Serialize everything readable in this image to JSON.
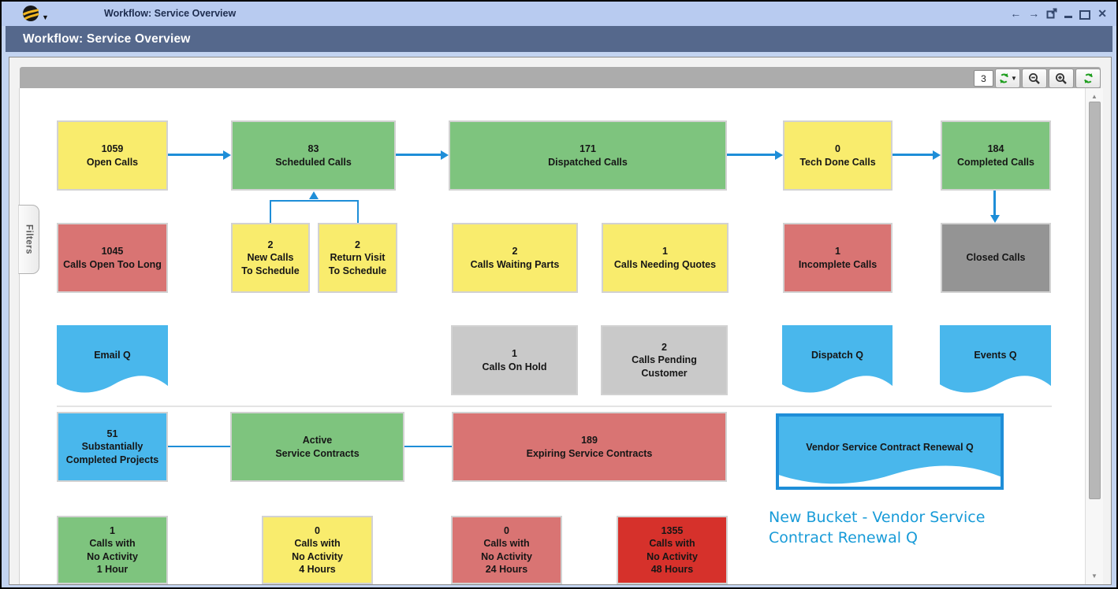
{
  "window": {
    "title": "Workflow: Service Overview",
    "controls": {
      "back": "←",
      "forward": "→",
      "close": "✕"
    }
  },
  "header": {
    "title": "Workflow: Service Overview"
  },
  "toolbar": {
    "levels_value": "3"
  },
  "filters": {
    "label": "Filters"
  },
  "annotation": {
    "text": "New Bucket - Vendor Service Contract Renewal Q"
  },
  "colors": {
    "yellow": "#f9ec6d",
    "green": "#7ec47e",
    "red": "#d97473",
    "dark_red": "#d6312b",
    "gray": "#949494",
    "light_gray": "#c9c9c9",
    "queue_blue": "#49b7ec",
    "arrow_blue": "#1e8ed8",
    "annotation_blue": "#189bd8",
    "header": "#55688c",
    "titlebar": "#b8cbf0"
  },
  "nodes": {
    "open_calls": {
      "count": "1059",
      "label": "Open Calls"
    },
    "scheduled_calls": {
      "count": "83",
      "label": "Scheduled Calls"
    },
    "dispatched_calls": {
      "count": "171",
      "label": "Dispatched Calls"
    },
    "tech_done_calls": {
      "count": "0",
      "label": "Tech Done Calls"
    },
    "completed_calls": {
      "count": "184",
      "label": "Completed Calls"
    },
    "calls_open_too_long": {
      "count": "1045",
      "label": "Calls Open Too Long"
    },
    "new_calls_to_schedule": {
      "count": "2",
      "label": "New Calls\nTo Schedule"
    },
    "return_visit_to_schedule": {
      "count": "2",
      "label": "Return Visit\nTo Schedule"
    },
    "calls_waiting_parts": {
      "count": "2",
      "label": "Calls Waiting Parts"
    },
    "calls_needing_quotes": {
      "count": "1",
      "label": "Calls Needing Quotes"
    },
    "incomplete_calls": {
      "count": "1",
      "label": "Incomplete Calls"
    },
    "closed_calls": {
      "label": "Closed Calls"
    },
    "email_q": {
      "label": "Email Q"
    },
    "calls_on_hold": {
      "count": "1",
      "label": "Calls On Hold"
    },
    "calls_pending_customer": {
      "count": "2",
      "label": "Calls Pending\nCustomer"
    },
    "dispatch_q": {
      "label": "Dispatch Q"
    },
    "events_q": {
      "label": "Events Q"
    },
    "substantially_completed_projects": {
      "count": "51",
      "label": "Substantially\nCompleted Projects"
    },
    "active_service_contracts": {
      "label": "Active\nService Contracts"
    },
    "expiring_service_contracts": {
      "count": "189",
      "label": "Expiring Service Contracts"
    },
    "vendor_service_contract_renewal_q": {
      "label": "Vendor Service Contract Renewal Q"
    },
    "no_activity_1_hour": {
      "count": "1",
      "label": "Calls with\nNo Activity\n1 Hour"
    },
    "no_activity_4_hours": {
      "count": "0",
      "label": "Calls with\nNo Activity\n4 Hours"
    },
    "no_activity_24_hours": {
      "count": "0",
      "label": "Calls with\nNo Activity\n24 Hours"
    },
    "no_activity_48_hours": {
      "count": "1355",
      "label": "Calls with\nNo Activity\n48 Hours"
    }
  }
}
